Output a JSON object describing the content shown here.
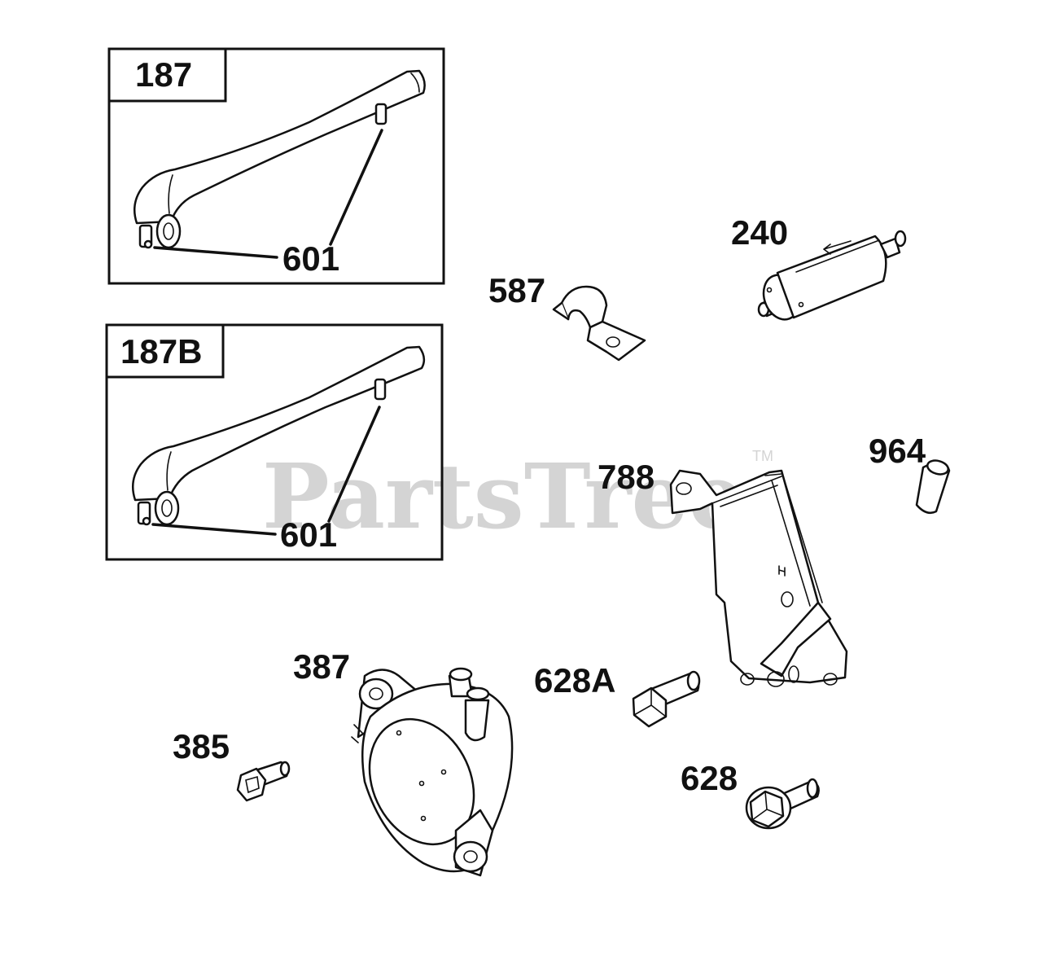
{
  "watermark": {
    "brand": "PartsTree",
    "trademark": "TM"
  },
  "insets": [
    {
      "title": "187",
      "callout": "601"
    },
    {
      "title": "187B",
      "callout": "601"
    }
  ],
  "callouts": {
    "p240": "240",
    "p587": "587",
    "p788": "788",
    "p964": "964",
    "p387": "387",
    "p385": "385",
    "p628A": "628A",
    "p628": "628"
  }
}
